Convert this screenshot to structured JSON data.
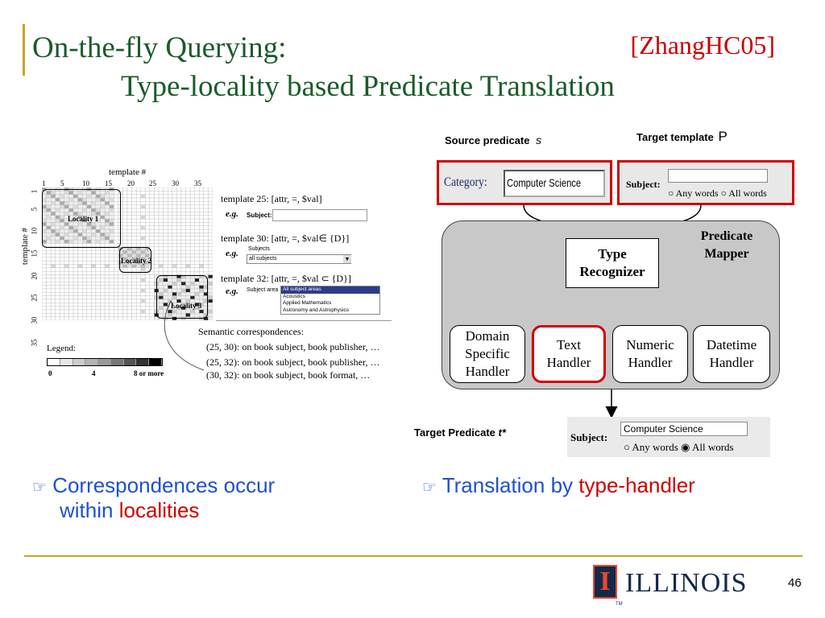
{
  "slide": {
    "title_line1": "On-the-fly Querying:",
    "citation": "[ZhangHC05]",
    "title_line2": "Type-locality based Predicate Translation",
    "page_number": "46"
  },
  "left_figure": {
    "x_axis_label": "template #",
    "y_axis_label": "template #",
    "x_ticks": [
      "1",
      "5",
      "10",
      "15",
      "20",
      "25",
      "30",
      "35"
    ],
    "y_ticks": [
      "1",
      "5",
      "10",
      "15",
      "20",
      "25",
      "30",
      "35"
    ],
    "localities": [
      "Locality 1",
      "Locality 2",
      "Locality 3"
    ],
    "legend_title": "Legend:",
    "legend_labels": [
      "0",
      "4",
      "8 or more"
    ],
    "legend_colors": [
      "#ffffff",
      "#e6e6e6",
      "#cccccc",
      "#b3b3b3",
      "#999999",
      "#777777",
      "#555555",
      "#333333",
      "#000000"
    ],
    "templates": [
      {
        "header": "template 25:  [attr, =, $val]",
        "eg": "e.g.",
        "field_label": "Subject:"
      },
      {
        "header": "template 30:  [attr, =, $val∈ {D}]",
        "eg": "e.g.",
        "field_label": "Subjects",
        "select_value": "all subjects"
      },
      {
        "header": "template 32:  [attr, =, $val ⊂ {D}]",
        "eg": "e.g.",
        "field_label": "Subject area",
        "list_items": [
          "All subject areas",
          "Acoustics",
          "Applied Mathematics",
          "Astronomy and Astrophysics"
        ]
      }
    ],
    "semantic_title": "Semantic correspondences:",
    "correspondences": [
      "(25, 30): on book subject, book publisher, …",
      "(25, 32): on book subject, book publisher, …",
      "(30, 32): on book subject, book format, …"
    ]
  },
  "right_diagram": {
    "source_label": "Source predicate",
    "source_symbol": "s",
    "target_label": "Target template",
    "target_symbol": "P",
    "source_field_label": "Category:",
    "source_field_value": "Computer Science",
    "target_field_label": "Subject:",
    "radio_any": "Any words",
    "radio_all": "All words",
    "mapper_label": "Predicate Mapper",
    "type_recognizer": "Type Recognizer",
    "handlers": [
      {
        "label": "Domain Specific Handler"
      },
      {
        "label": "Text Handler",
        "highlight": true
      },
      {
        "label": "Numeric Handler"
      },
      {
        "label": "Datetime Handler"
      }
    ],
    "target_predicate_label": "Target Predicate",
    "target_predicate_symbol": "t*",
    "result_field_label": "Subject:",
    "result_field_value": "Computer Science",
    "result_radio_any": "Any words",
    "result_radio_all": "All words",
    "highlight_color": "#d00000"
  },
  "bullets": {
    "left_prefix": "Correspondences occur",
    "left_line2_prefix": "within",
    "left_highlight": "localities",
    "right_prefix": "Translation by",
    "right_highlight": "type-handler"
  },
  "logo": {
    "text": "ILLINOIS",
    "mark": "I",
    "tm": "TM"
  }
}
